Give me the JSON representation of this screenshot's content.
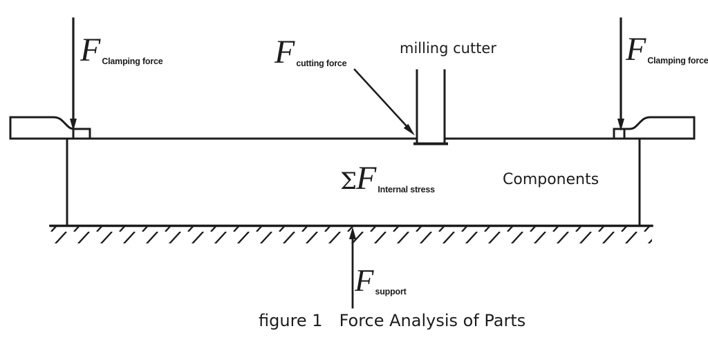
{
  "colors": {
    "background": "#ffffff",
    "line": "#1c1c1c",
    "text": "#1c1c1c"
  },
  "labels": {
    "clamping_left": {
      "symbol": "F",
      "subscript": "Clamping force"
    },
    "cutting": {
      "symbol": "F",
      "subscript": "cutting force"
    },
    "milling_cutter": "milling cutter",
    "clamping_right": {
      "symbol": "F",
      "subscript": "Clamping force"
    },
    "internal_stress": {
      "sigma": "Σ",
      "symbol": "F",
      "subscript": "Internal stress"
    },
    "components": "Components",
    "support": {
      "symbol": "F",
      "subscript": "support"
    }
  },
  "caption": {
    "number": "figure 1",
    "title": "Force Analysis of Parts"
  }
}
